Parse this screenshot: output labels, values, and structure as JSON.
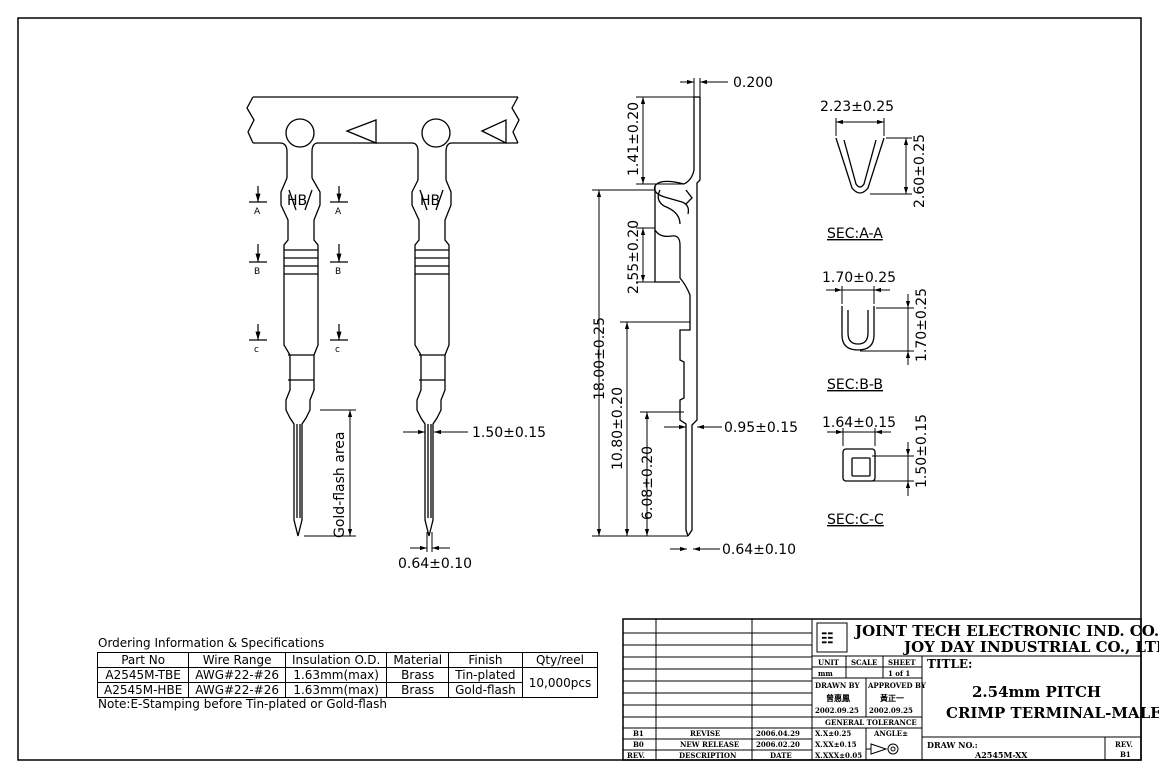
{
  "dimensions": {
    "thickness": "0.200",
    "top_len": "1.41±0.20",
    "crimp_len": "2.55±0.20",
    "overall_len": "18.00±0.25",
    "mid_len": "10.80±0.20",
    "pin_len": "6.08±0.20",
    "pin_thick": "0.95±0.15",
    "pin_width_front": "1.50±0.15",
    "pin_tip_front": "0.64±0.10",
    "pin_tip_side": "0.64±0.10",
    "gold_area": "Gold-flash area",
    "marking": "HB"
  },
  "markers": {
    "a": "A",
    "b": "B",
    "c": "C",
    "c_small": "c"
  },
  "sections": {
    "a": {
      "label": "SEC:A-A",
      "width": "2.23±0.25",
      "height": "2.60±0.25"
    },
    "b": {
      "label": "SEC:B-B",
      "width": "1.70±0.25",
      "height": "1.70±0.25"
    },
    "c": {
      "label": "SEC:C-C",
      "width": "1.64±0.15",
      "height": "1.50±0.15"
    }
  },
  "ordering": {
    "title": "Ordering Information & Specifications",
    "headers": [
      "Part No",
      "Wire Range",
      "Insulation O.D.",
      "Material",
      "Finish",
      "Qty/reel"
    ],
    "rows": [
      [
        "A2545M-TBE",
        "AWG#22-#26",
        "1.63mm(max)",
        "Brass",
        "Tin-plated"
      ],
      [
        "A2545M-HBE",
        "AWG#22-#26",
        "1.63mm(max)",
        "Brass",
        "Gold-flash"
      ]
    ],
    "qty": "10,000pcs",
    "note": "Note:E-Stamping before Tin-plated or Gold-flash"
  },
  "title_block": {
    "company1": "JOINT TECH ELECTRONIC IND. CO., LTD.",
    "company2": "JOY DAY INDUSTRIAL CO., LTD.",
    "unit_label": "UNIT",
    "unit_value": "mm",
    "scale_label": "SCALE",
    "sheet_label": "SHEET",
    "sheet_value": "1 of 1",
    "title_label": "TITLE:",
    "title_line1": "2.54mm PITCH",
    "title_line2": "CRIMP TERMINAL-MALE",
    "drawn_label": "DRAWN BY",
    "drawn_name": "曾惠鳳",
    "drawn_date": "2002.09.25",
    "approved_label": "APPROVED BY",
    "approved_name": "黃正一",
    "approved_date": "2002.09.25",
    "tolerance_label": "GENERAL TOLERANCE",
    "tol1": "X.X±0.25",
    "tol2": "X.XX±0.15",
    "tol3": "X.XXX±0.05",
    "angle_label": "ANGLE±",
    "drawno_label": "DRAW NO.:",
    "drawno_value": "A2545M-XX",
    "rev_label": "REV.",
    "rev_value": "B1",
    "revisions": [
      {
        "rev": "B1",
        "desc": "REVISE",
        "date": "2006.04.29"
      },
      {
        "rev": "B0",
        "desc": "NEW RELEASE",
        "date": "2006.02.20"
      },
      {
        "rev": "REV.",
        "desc": "DESCRIPTION",
        "date": "DATE"
      }
    ]
  }
}
